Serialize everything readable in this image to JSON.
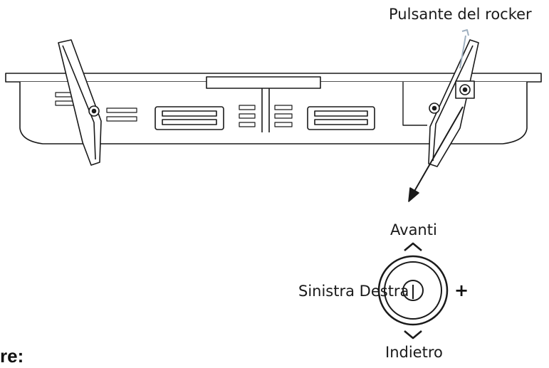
{
  "labels": {
    "rocker": "Pulsante del rocker",
    "forward": "Avanti",
    "left_right": "Sinistra Destra",
    "plus": "+",
    "back": "Indietro",
    "cut_heading": "re:"
  },
  "colors": {
    "line": "#1a1a1a",
    "fill": "#ffffff"
  }
}
